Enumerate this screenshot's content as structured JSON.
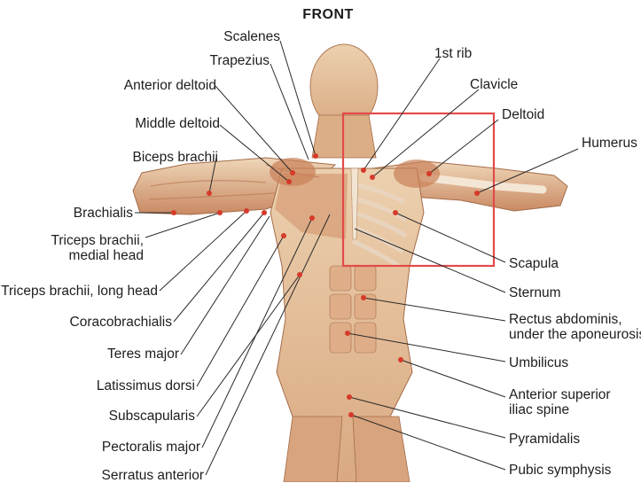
{
  "title": "FRONT",
  "colors": {
    "highlight_box": "#e34a4a",
    "muscle_light": "#e9c8a4",
    "muscle_mid": "#d59b73",
    "muscle_dark": "#9c5a3c",
    "leader_line": "#2a2a2a",
    "dot": "#d63a2a"
  },
  "labels": {
    "scalenes": "Scalenes",
    "trapezius": "Trapezius",
    "anterior_deltoid": "Anterior deltoid",
    "middle_deltoid": "Middle deltoid",
    "biceps_brachii": "Biceps brachii",
    "brachialis": "Brachialis",
    "triceps_medial": "Triceps brachii,\nmedial head",
    "triceps_long": "Triceps brachii, long head",
    "coracobrachialis": "Coracobrachialis",
    "teres_major": "Teres major",
    "latissimus_dorsi": "Latissimus dorsi",
    "subscapularis": "Subscapularis",
    "pectoralis_major": "Pectoralis major",
    "serratus_anterior": "Serratus anterior",
    "first_rib": "1st rib",
    "clavicle": "Clavicle",
    "deltoid": "Deltoid",
    "humerus": "Humerus",
    "scapula": "Scapula",
    "sternum": "Sternum",
    "rectus_abdominis": "Rectus abdominis,\nunder the aponeurosis",
    "umbilicus": "Umbilicus",
    "anterior_superior_iliac_spine": "Anterior superior\niliac spine",
    "pyramidalis": "Pyramidalis",
    "pubic_symphysis": "Pubic symphysis"
  }
}
